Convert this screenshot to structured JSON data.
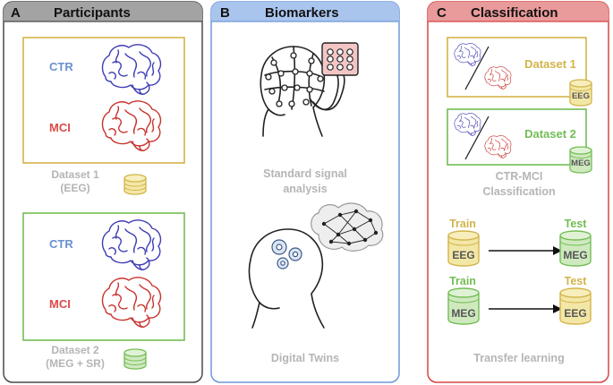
{
  "colors": {
    "grey": "#4a4a4a",
    "blue_panel": "#6f98d8",
    "red_panel": "#d64545",
    "header_grey": "#a3a3a3",
    "header_blue": "#a9c5ee",
    "header_red": "#e99a9a",
    "yellow": "#d2b44a",
    "green": "#73bd55",
    "ctr_blue": "#6a90d0",
    "mci_red": "#dc4a4a",
    "caption_grey": "#b5b5b5",
    "brain_blue": "#3c3cb4",
    "brain_red": "#c8322c"
  },
  "panel_a": {
    "letter": "A",
    "title": "Participants",
    "dataset1": {
      "ctr": "CTR",
      "mci": "MCI",
      "caption_line1": "Dataset 1",
      "caption_line2": "(EEG)"
    },
    "dataset2": {
      "ctr": "CTR",
      "mci": "MCI",
      "caption_line1": "Dataset 2",
      "caption_line2": "(MEG + SR)"
    }
  },
  "panel_b": {
    "letter": "B",
    "title": "Biomarkers",
    "caption1_line1": "Standard signal",
    "caption1_line2": "analysis",
    "caption2": "Digital Twins"
  },
  "panel_c": {
    "letter": "C",
    "title": "Classification",
    "dataset1_label": "Dataset 1",
    "dataset1_db": "EEG",
    "dataset2_label": "Dataset 2",
    "dataset2_db": "MEG",
    "caption_line1": "CTR-MCI",
    "caption_line2": "Classification",
    "row1": {
      "train": "Train",
      "train_db": "EEG",
      "test": "Test",
      "test_db": "MEG"
    },
    "row2": {
      "train": "Train",
      "train_db": "MEG",
      "test": "Test",
      "test_db": "EEG"
    },
    "caption_bottom": "Transfer learning"
  }
}
